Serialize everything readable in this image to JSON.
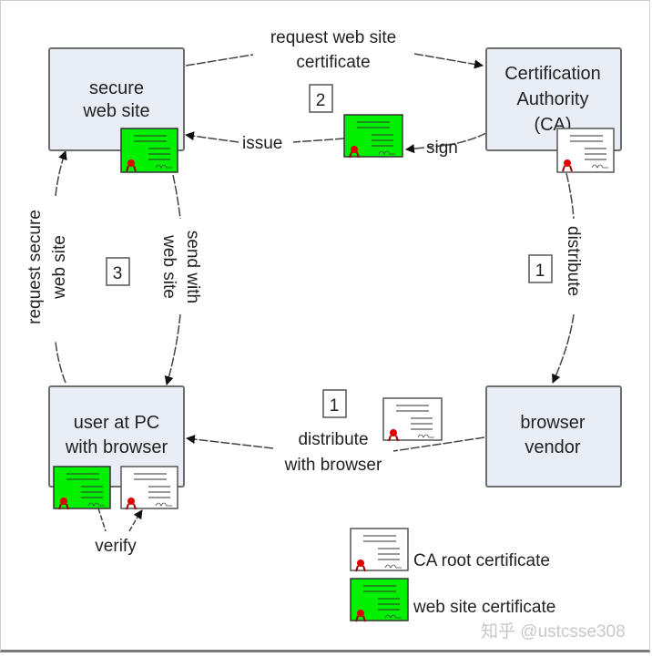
{
  "nodes": {
    "secure_site": {
      "lines": [
        "secure",
        "web site"
      ]
    },
    "ca": {
      "lines": [
        "Certification",
        "Authority",
        "(CA)"
      ]
    },
    "user_pc": {
      "lines": [
        "user at PC",
        "with browser"
      ]
    },
    "browser_vendor": {
      "lines": [
        "browser",
        "vendor"
      ]
    }
  },
  "edges": {
    "request_cert": {
      "lines": [
        "request web site",
        "certificate"
      ]
    },
    "issue": {
      "label": "issue"
    },
    "sign": {
      "label": "sign"
    },
    "distribute_ca": {
      "label": "distribute"
    },
    "distribute_browser": {
      "lines": [
        "distribute",
        "with browser"
      ]
    },
    "request_secure": {
      "lines": [
        "request secure",
        "web site"
      ]
    },
    "send_with": {
      "lines": [
        "send with",
        "web site"
      ]
    },
    "verify": {
      "label": "verify"
    }
  },
  "steps": {
    "step_2": "2",
    "step_3": "3",
    "step_1_right": "1",
    "step_1_bottom": "1"
  },
  "legend": {
    "ca_root": "CA root certificate",
    "web_site": "web site certificate"
  },
  "watermark": "知乎 @ustcsse308",
  "colors": {
    "node_fill": "#e8edf6",
    "node_stroke": "#6e6e6e",
    "web_cert": "#00f000",
    "root_cert": "#ffffff",
    "seal": "#e00000"
  }
}
